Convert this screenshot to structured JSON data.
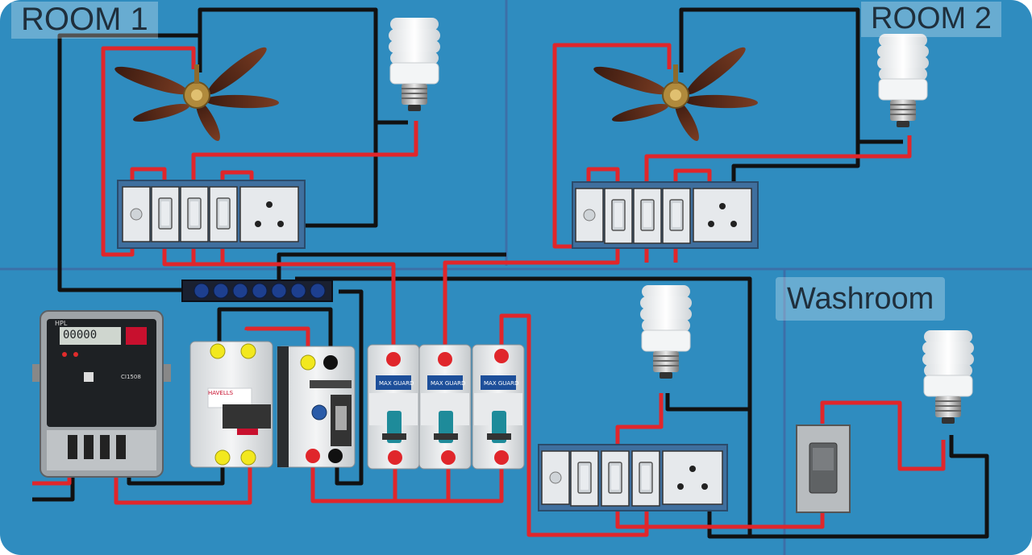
{
  "labels": {
    "room1": "ROOM 1",
    "room2": "ROOM 2",
    "washroom": "Washroom"
  },
  "meter": {
    "brand": "HPL",
    "display": "00000",
    "serial": "CI1508"
  },
  "breakers": {
    "main_brand": "HAVELLS",
    "mcb_brand": "MAX GUARD"
  },
  "colors": {
    "background": "#2f8cbf",
    "phase_wire": "#e0262b",
    "neutral_wire": "#111111",
    "divider": "#3c6fa8"
  }
}
